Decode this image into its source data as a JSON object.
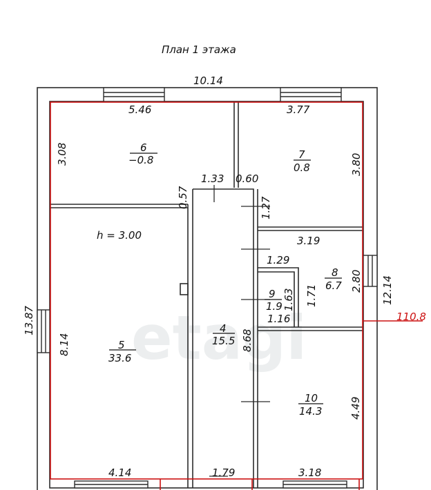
{
  "title": "План 1 этажа",
  "watermark": "etagi",
  "colors": {
    "walls": "#2b2b2b",
    "boundary": "#cc1111",
    "watermark": "#eceeef"
  },
  "outer_dimensions": {
    "top_width": "10.14",
    "left_height": "13.87",
    "right_height": "12.14",
    "total_area": "110.8"
  },
  "rooms": [
    {
      "number": "6",
      "area": "−0.8"
    },
    {
      "number": "7",
      "area": "0.8"
    },
    {
      "number": "8",
      "area": "6.7"
    },
    {
      "number": "9",
      "area": "1.9"
    },
    {
      "number": "4",
      "area": "15.5"
    },
    {
      "number": "5",
      "area": "33.6"
    },
    {
      "number": "10",
      "area": "14.3"
    }
  ],
  "dimensions": {
    "d_5_46": "5.46",
    "d_3_77": "3.77",
    "d_3_08": "3.08",
    "d_3_80": "3.80",
    "d_1_33": "1.33",
    "d_0_60": "0.60",
    "d_0_57": "0.57",
    "d_1_27": "1.27",
    "d_3_19": "3.19",
    "d_1_29": "1.29",
    "d_2_80": "2.80",
    "d_1_63": "1.63",
    "d_1_71": "1.71",
    "d_1_16": "1.16",
    "d_8_68": "8.68",
    "d_8_14": "8.14",
    "d_4_49": "4.49",
    "d_4_14": "4.14",
    "d_1_79": "1.79",
    "d_3_18": "3.18"
  },
  "ceiling_height": "h = 3.00"
}
